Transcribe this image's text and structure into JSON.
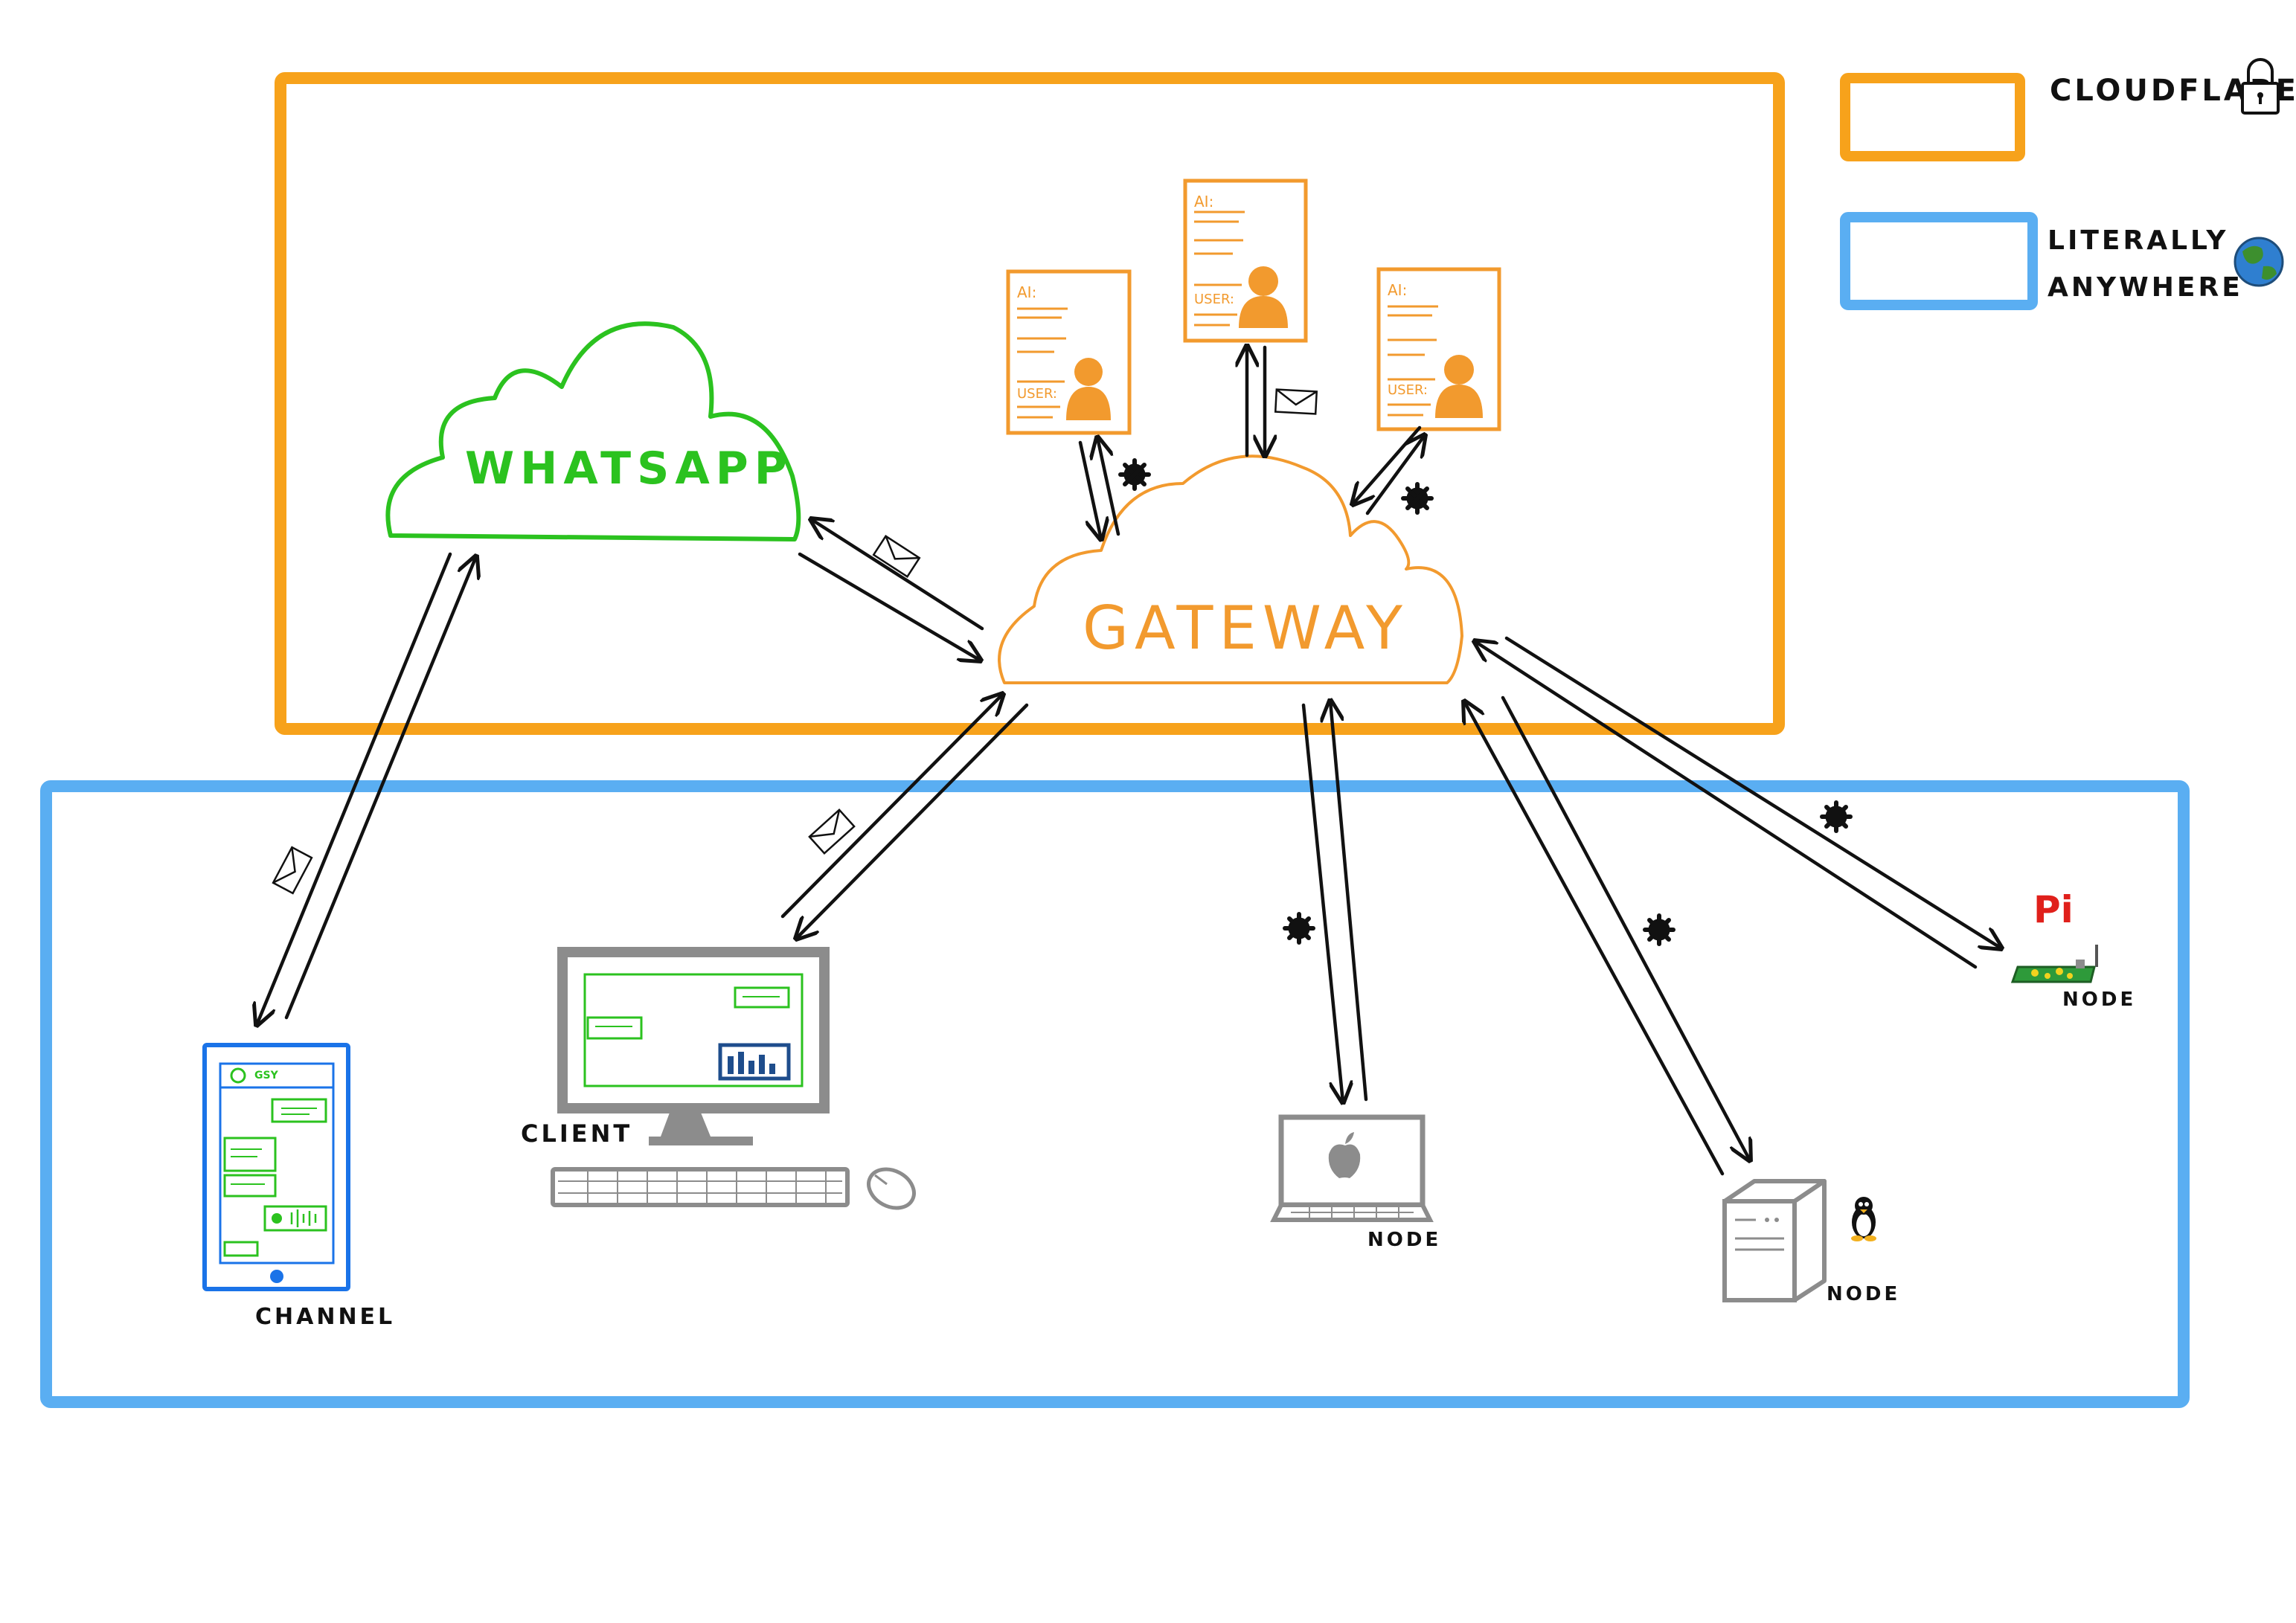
{
  "colors": {
    "cloudflare": "#F7A21B",
    "anywhere": "#5AAEF2",
    "whatsapp": "#2BC21F",
    "gateway": "#F29A2E",
    "ink": "#111111",
    "device_gray": "#8C8C8C",
    "pi_red": "#E0201B"
  },
  "legend": {
    "cloudflare_label": "CLOUDFLARE",
    "cloudflare_icon": "padlock-icon",
    "anywhere_line1": "LITERALLY",
    "anywhere_line2": "ANYWHERE",
    "anywhere_icon": "globe-icon"
  },
  "clouds": {
    "whatsapp": "WHATSAPP",
    "gateway": "GATEWAY"
  },
  "agents": [
    {
      "ai": "AI:",
      "user": "USER:"
    },
    {
      "ai": "AI:",
      "user": "USER:"
    },
    {
      "ai": "AI:",
      "user": "USER:"
    }
  ],
  "devices": {
    "phone_label": "CHANNEL",
    "phone_contact": "GSY",
    "desktop_label": "CLIENT",
    "mac_label": "NODE",
    "linux_label": "NODE",
    "pi_label": "NODE",
    "pi_logo": "Pi"
  },
  "icons": {
    "message": "envelope-icon",
    "tool": "cog-icon",
    "apple": "apple-icon",
    "linux": "tux-icon"
  }
}
